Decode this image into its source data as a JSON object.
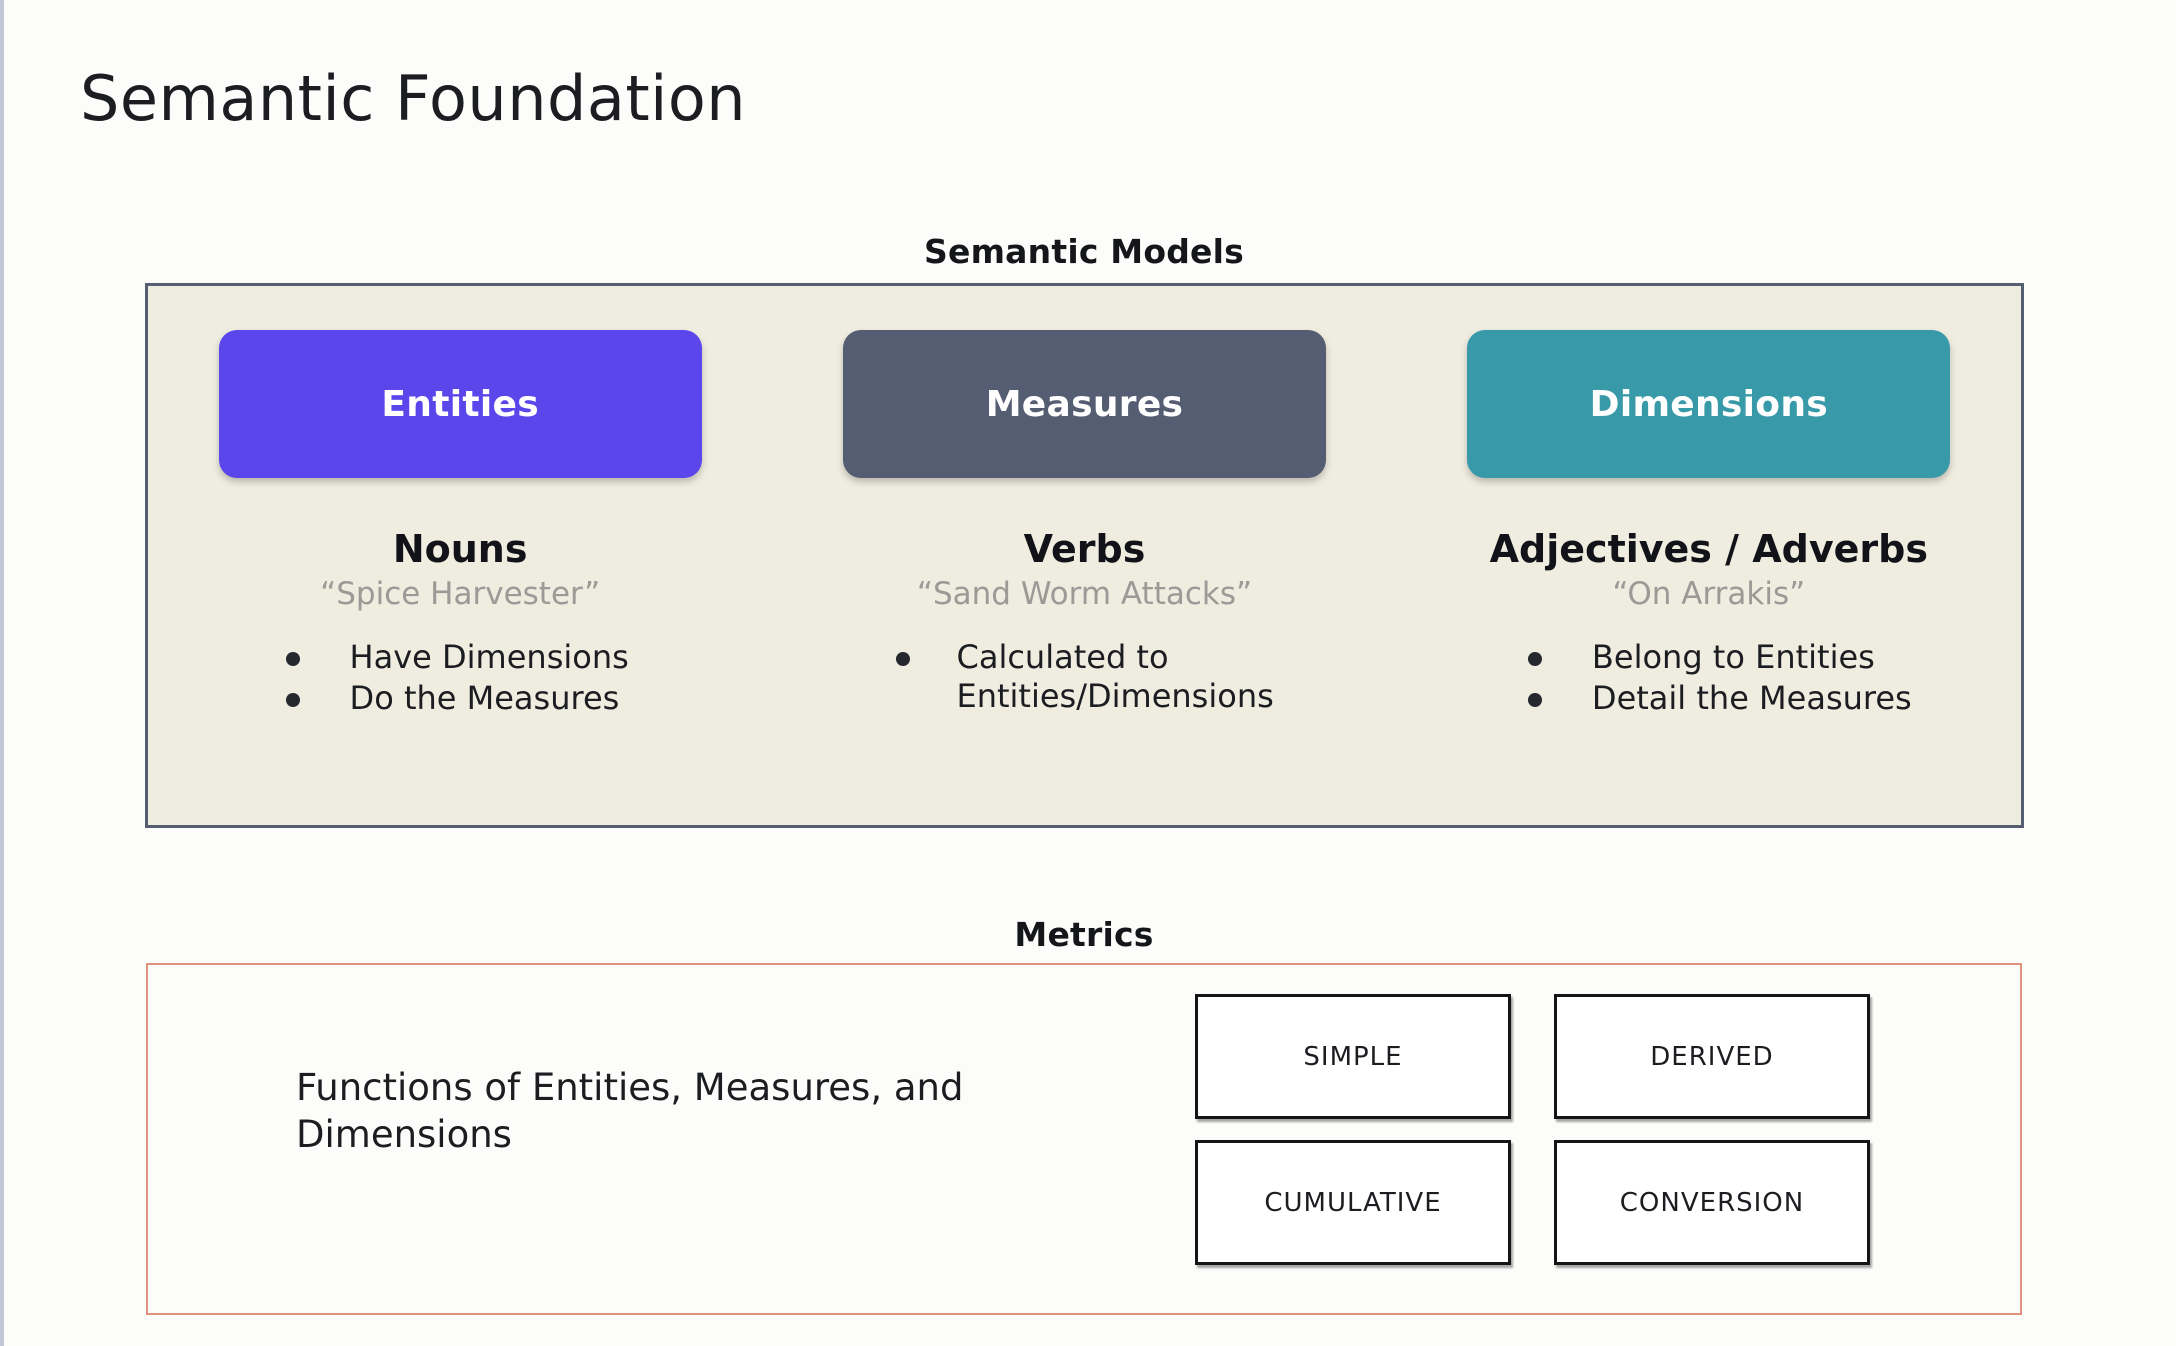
{
  "slide": {
    "title": "Semantic Foundation"
  },
  "semantic_models": {
    "label": "Semantic Models",
    "columns": [
      {
        "chip_label": "Entities",
        "chip_color": "#5b46ec",
        "part_of_speech": "Nouns",
        "example": "“Spice Harvester”",
        "bullets": [
          "Have Dimensions",
          "Do the Measures"
        ]
      },
      {
        "chip_label": "Measures",
        "chip_color": "#545d72",
        "part_of_speech": "Verbs",
        "example": "“Sand Worm Attacks”",
        "bullets": [
          "Calculated to Entities/Dimensions"
        ]
      },
      {
        "chip_label": "Dimensions",
        "chip_color": "#389aa8",
        "part_of_speech": "Adjectives / Adverbs",
        "example": "“On Arrakis”",
        "bullets": [
          "Belong to Entities",
          "Detail the Measures"
        ]
      }
    ]
  },
  "metrics": {
    "label": "Metrics",
    "border_color": "#e2917a",
    "description": "Functions of Entities, Measures, and Dimensions",
    "types": [
      "SIMPLE",
      "DERIVED",
      "CUMULATIVE",
      "CONVERSION"
    ]
  }
}
